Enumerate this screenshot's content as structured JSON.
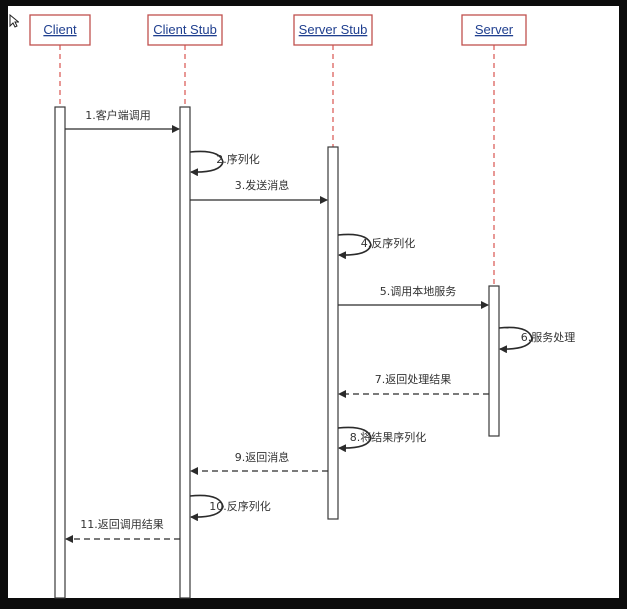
{
  "participants": [
    {
      "name": "Client"
    },
    {
      "name": "Client Stub"
    },
    {
      "name": "Server Stub"
    },
    {
      "name": "Server"
    }
  ],
  "messages": [
    {
      "label": "1.客户端调用",
      "kind": "call",
      "from": 0,
      "to": 1
    },
    {
      "label": "2.序列化",
      "kind": "self",
      "from": 1,
      "to": 1
    },
    {
      "label": "3.发送消息",
      "kind": "call",
      "from": 1,
      "to": 2
    },
    {
      "label": "4.反序列化",
      "kind": "self",
      "from": 2,
      "to": 2
    },
    {
      "label": "5.调用本地服务",
      "kind": "call",
      "from": 2,
      "to": 3
    },
    {
      "label": "6.服务处理",
      "kind": "self",
      "from": 3,
      "to": 3
    },
    {
      "label": "7.返回处理结果",
      "kind": "return",
      "from": 3,
      "to": 2
    },
    {
      "label": "8.将结果序列化",
      "kind": "self",
      "from": 2,
      "to": 2
    },
    {
      "label": "9.返回消息",
      "kind": "return",
      "from": 2,
      "to": 1
    },
    {
      "label": "10.反序列化",
      "kind": "self",
      "from": 1,
      "to": 1
    },
    {
      "label": "11.返回调用结果",
      "kind": "return",
      "from": 1,
      "to": 0
    }
  ],
  "colors": {
    "frame": "#0c0c0c",
    "canvas": "#ffffff",
    "participant_border": "#c0504d",
    "participant_text": "#1f3f8f",
    "lifeline": "#d9534f",
    "activation_border": "#3a3a3a",
    "arrow": "#2b2b2b",
    "label": "#333333"
  }
}
